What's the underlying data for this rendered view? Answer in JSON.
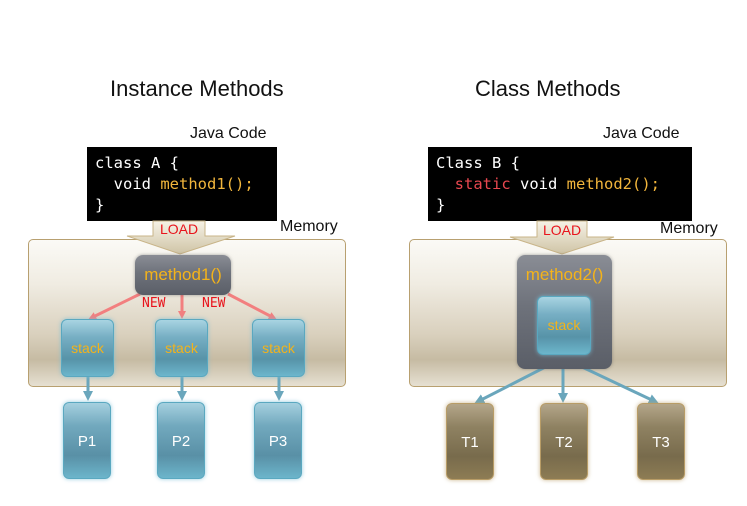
{
  "left": {
    "title": "Instance Methods",
    "code_caption": "Java Code",
    "memory_caption": "Memory",
    "code": {
      "line1": "class A {",
      "line2_indent": "  ",
      "line2_kw": "void ",
      "line2_method": "method1();",
      "line3": "}"
    },
    "load_label": "LOAD",
    "method_label": "method1()",
    "new_labels": [
      "NEW",
      "NEW"
    ],
    "stacks": [
      "stack",
      "stack",
      "stack"
    ],
    "nodes": [
      "P1",
      "P2",
      "P3"
    ]
  },
  "right": {
    "title": "Class Methods",
    "code_caption": "Java Code",
    "memory_caption": "Memory",
    "code": {
      "line1": "Class B {",
      "line2_indent": "  ",
      "line2_static": "static",
      "line2_kw": " void ",
      "line2_method": "method2();",
      "line3": "}"
    },
    "load_label": "LOAD",
    "method_label": "method2()",
    "stack": "stack",
    "nodes": [
      "T1",
      "T2",
      "T3"
    ]
  },
  "colors": {
    "arrow_new": "#f27f7f",
    "arrow_link": "#6aa6bc",
    "load_text": "#e8141c",
    "method_text": "#f4b31a"
  }
}
